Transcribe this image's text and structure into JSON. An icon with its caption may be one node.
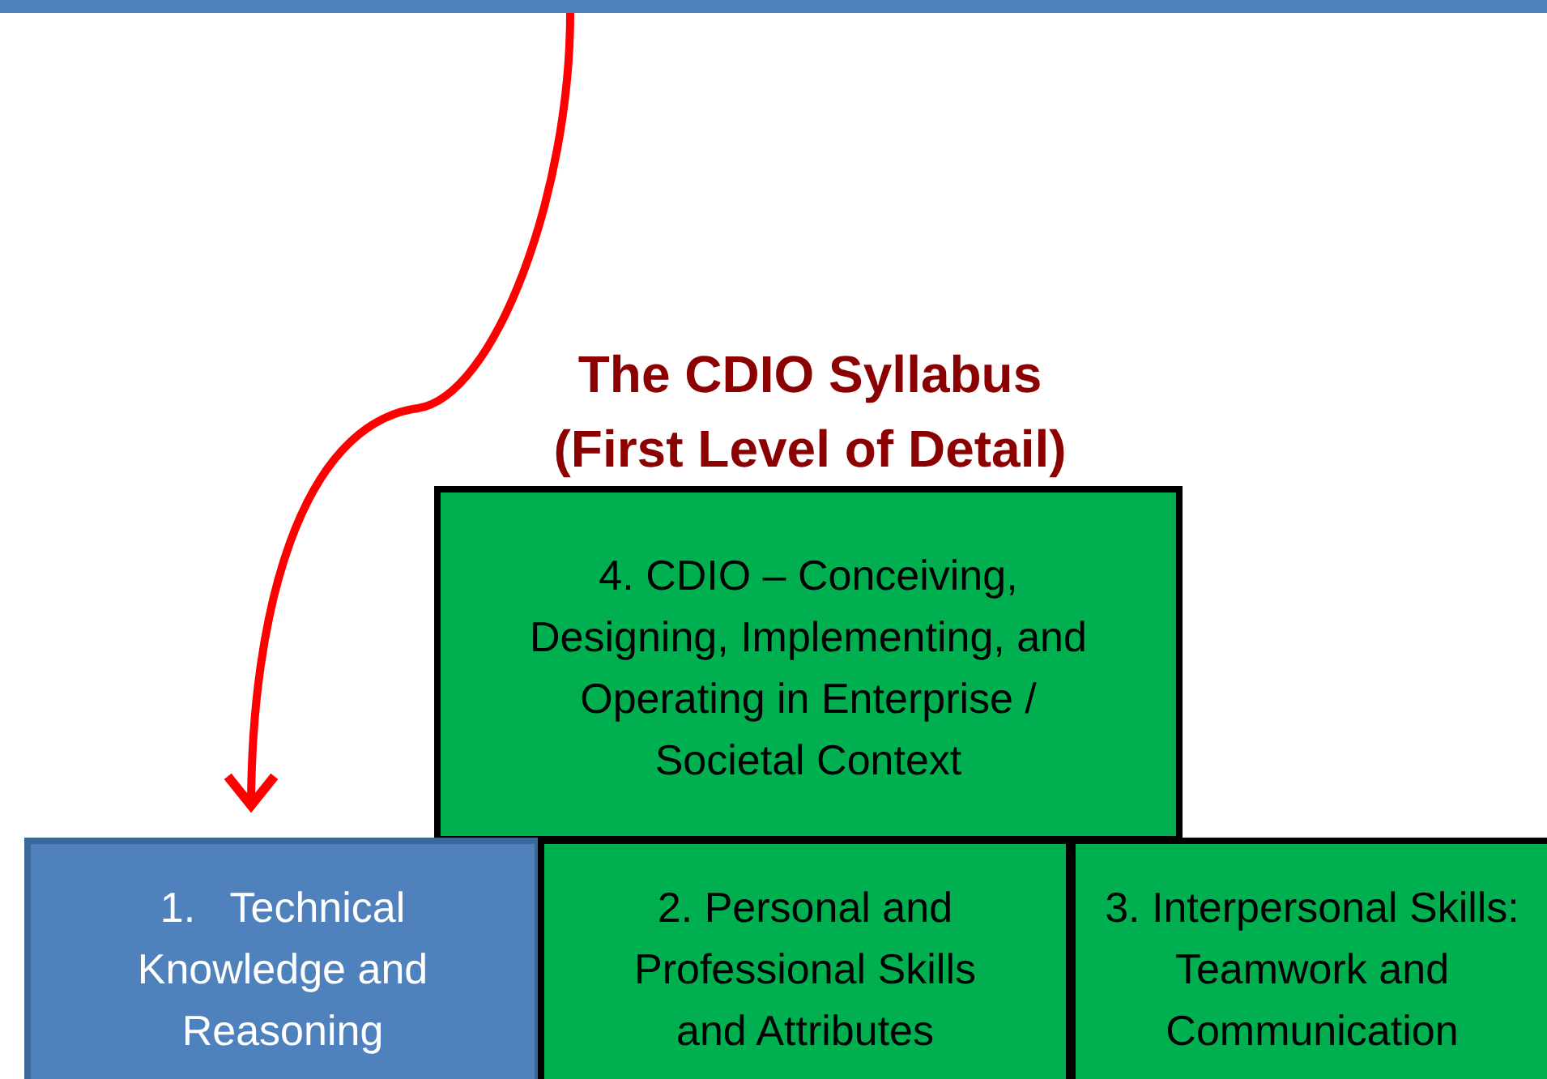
{
  "diagram": {
    "title": "The CDIO Syllabus (First Level of Detail)",
    "nodes": [
      {
        "text": [
          "4. CDIO – Conceiving, Designing, Implementing, and Operating in Enterprise / Societal Context"
        ]
      },
      {
        "text": [
          "1.   Technical Knowledge and Reasoning"
        ]
      },
      {
        "text": [
          "2. Personal and Professional Skills and Attributes"
        ]
      },
      {
        "text": [
          "3. Interpersonal Skills:  Teamwork and Communication"
        ]
      }
    ],
    "edges": [
      {
        "from": null,
        "to": 1,
        "arrow": "to",
        "color": "#ff0000"
      }
    ]
  }
}
